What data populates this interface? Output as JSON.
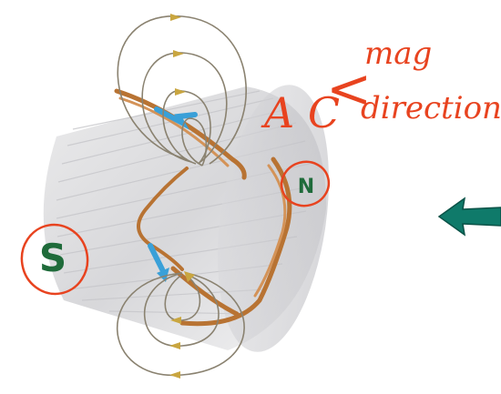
{
  "diagram": {
    "poles": {
      "south": {
        "label": "S"
      },
      "north": {
        "label": "N"
      }
    },
    "annotation": {
      "ac": "A C",
      "bracket": "<",
      "line1": "mag",
      "line2": "direction"
    },
    "colors": {
      "ink_red": "#e8431f",
      "pole_green": "#1f6b3a",
      "arrow_teal": "#0f7a6a",
      "copper": "#b87333",
      "field_line": "#8a8270",
      "field_arrow": "#c9a640",
      "current_blue": "#3aa0d8"
    },
    "icons": {
      "left_arrow": "left-arrow-icon"
    }
  }
}
